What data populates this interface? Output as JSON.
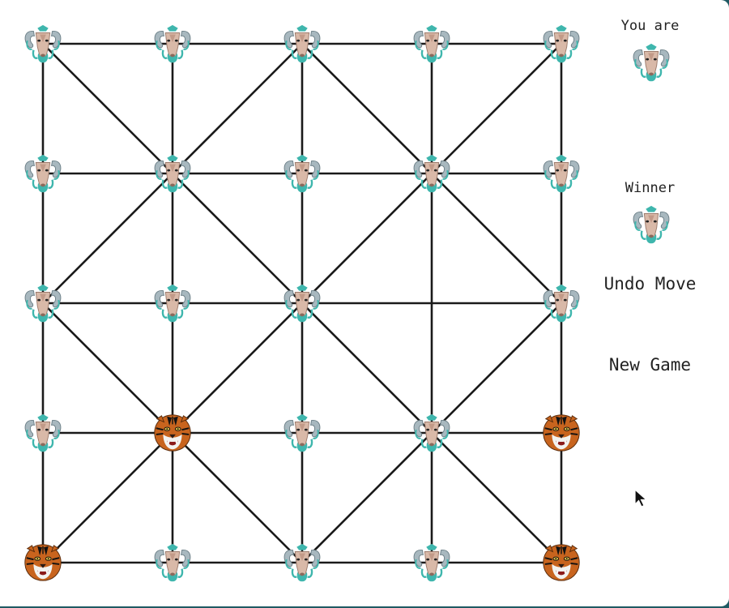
{
  "game": {
    "grid_size": 5,
    "pieces": [
      [
        "goat",
        "goat",
        "goat",
        "goat",
        "goat"
      ],
      [
        "goat",
        "goat",
        "goat",
        "goat",
        "goat"
      ],
      [
        "goat",
        "goat",
        "goat",
        "empty",
        "goat"
      ],
      [
        "goat",
        "tiger",
        "goat",
        "goat",
        "tiger"
      ],
      [
        "tiger",
        "goat",
        "goat",
        "goat",
        "tiger"
      ]
    ]
  },
  "side_panel": {
    "you_are_label": "You are",
    "you_are_piece": "goat",
    "winner_label": "Winner",
    "winner_piece": "goat",
    "undo_label": "Undo Move",
    "new_game_label": "New Game"
  },
  "icons": {
    "goat": "ram-head-icon",
    "tiger": "tiger-head-icon"
  },
  "colors": {
    "board_line": "#1a1a1a",
    "goat_teal": "#3fb6ad",
    "goat_horn": "#a8b8bf",
    "tiger_orange": "#c8641e",
    "background": "#ffffff",
    "frame": "#1f5a63"
  }
}
